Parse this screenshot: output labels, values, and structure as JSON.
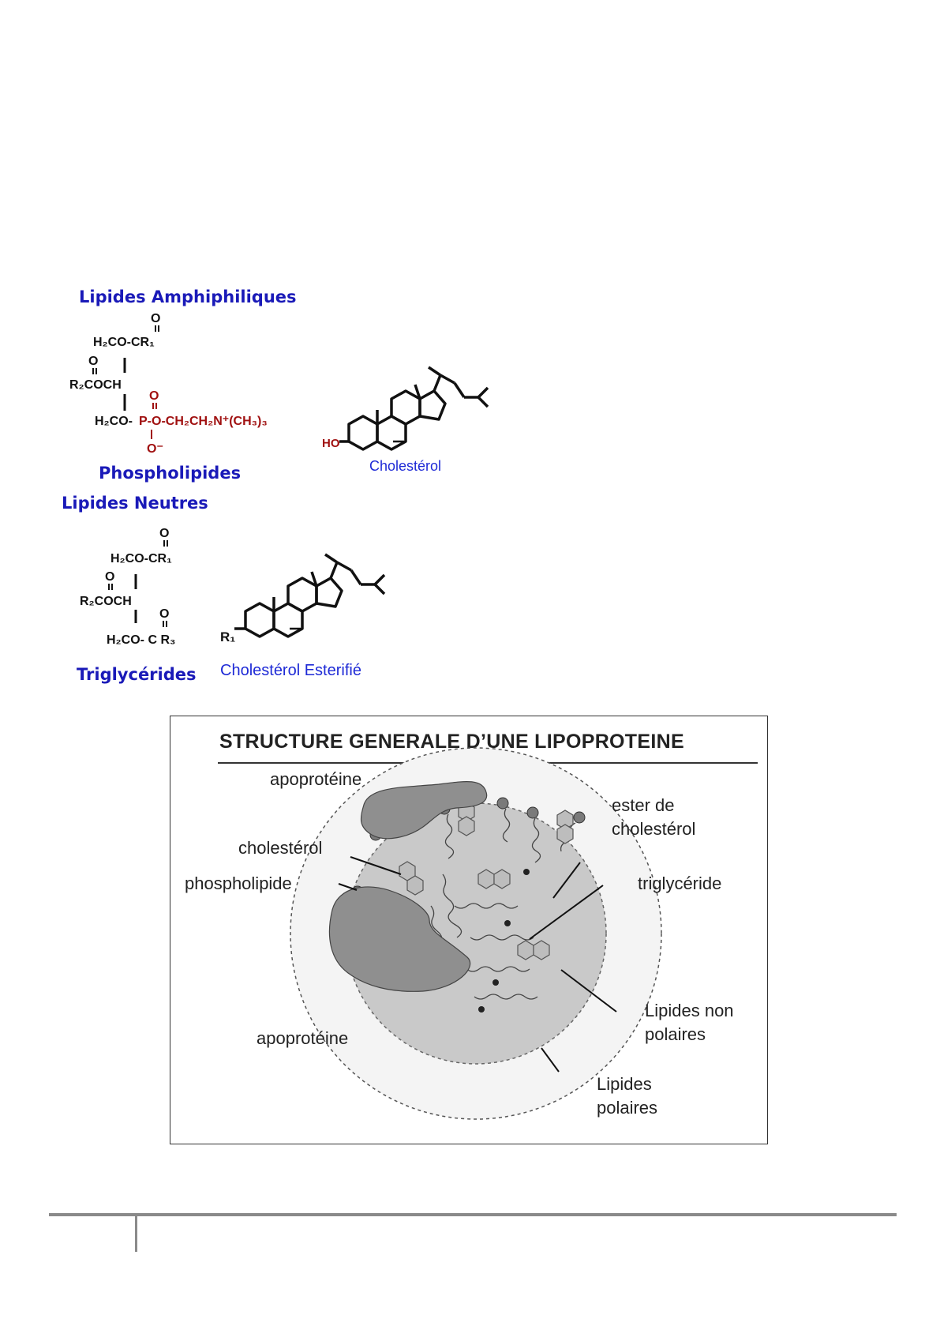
{
  "headings": {
    "amphiphiles": "Lipides Amphiphiliques",
    "neutres": "Lipides Neutres"
  },
  "captions": {
    "phospholipides": "Phospholipides",
    "cholesterol": "Cholestérol",
    "triglycerides": "Triglycérides",
    "cholesterol_ester": "Cholestérol Esterifié"
  },
  "phospholipid_formula": {
    "o_top": "O",
    "line1": "H₂CO-CR₁",
    "o_left": "O",
    "line2": "R₂COCH",
    "o_p": "O",
    "line3_black": "H₂CO-",
    "line3_red": "P-O-CH₂CH₂N⁺(CH₃)₃",
    "o_minus": "O⁻"
  },
  "cholesterol_formula": {
    "ho": "HO"
  },
  "triglyceride_formula": {
    "o_top": "O",
    "line1": "H₂CO-CR₁",
    "o_left": "O",
    "line2": "R₂COCH",
    "o_right": "O",
    "line3": "H₂CO- C R₃"
  },
  "ester_formula": {
    "r1": "R₁"
  },
  "figure": {
    "title": "STRUCTURE GENERALE D’UNE LIPOPROTEINE",
    "labels": {
      "apoproteine_top": "apoprotéine",
      "cholesterol": "cholestérol",
      "phospholipide": "phospholipide",
      "ester": "ester de\ncholestérol",
      "triglyceride": "triglycéride",
      "non_polaires": "Lipides non\npolaires",
      "polaires": "Lipides\npolaires",
      "apoproteine_bottom": "apoprotéine"
    }
  }
}
